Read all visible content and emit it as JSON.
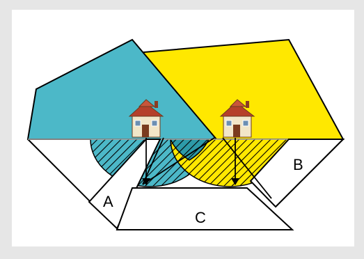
{
  "diagram": {
    "labels": {
      "a": "A",
      "b": "B",
      "c": "C"
    },
    "colors": {
      "background": "#e6e6e6",
      "panel": "#ffffff",
      "cyan_region": "#4cb8c8",
      "yellow_region": "#ffe800",
      "outline": "#000000"
    },
    "icons": [
      "house-icon",
      "house-icon"
    ]
  }
}
